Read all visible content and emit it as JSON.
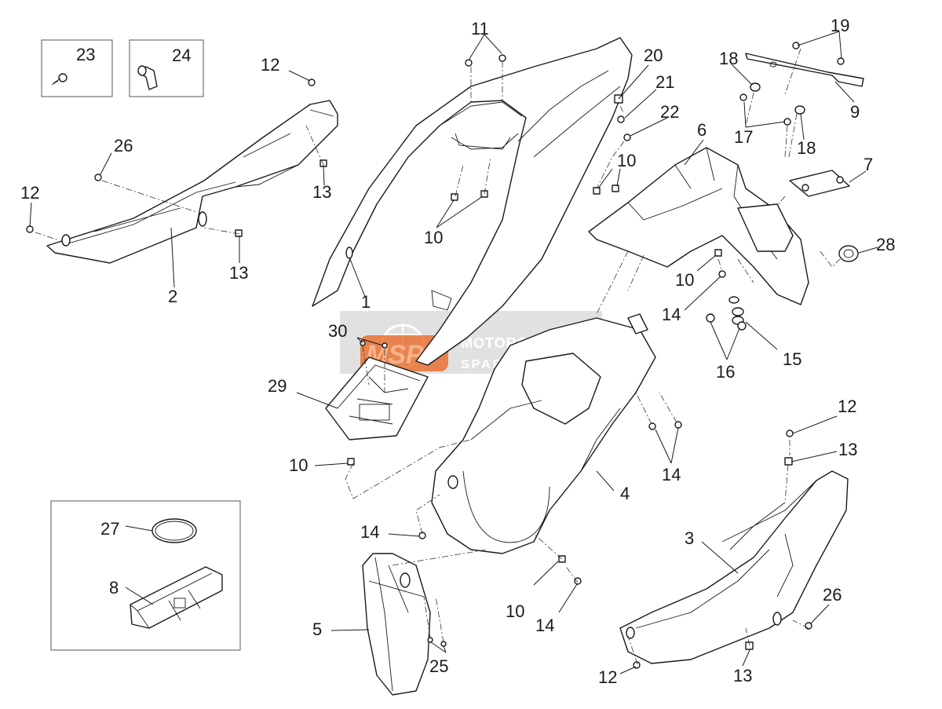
{
  "watermark": {
    "logo_text": "MSP",
    "line1": "MOTORCYCLE",
    "line2": "SPARE PARTS",
    "accent_color": "#e8621c",
    "band_color": "#9a9a9a"
  },
  "part_labels": [
    {
      "id": "1",
      "text": "1"
    },
    {
      "id": "2",
      "text": "2"
    },
    {
      "id": "3",
      "text": "3"
    },
    {
      "id": "4",
      "text": "4"
    },
    {
      "id": "5",
      "text": "5"
    },
    {
      "id": "6",
      "text": "6"
    },
    {
      "id": "7",
      "text": "7"
    },
    {
      "id": "8",
      "text": "8"
    },
    {
      "id": "9",
      "text": "9"
    },
    {
      "id": "10a",
      "text": "10"
    },
    {
      "id": "10b",
      "text": "10"
    },
    {
      "id": "10c",
      "text": "10"
    },
    {
      "id": "10d",
      "text": "10"
    },
    {
      "id": "10e",
      "text": "10"
    },
    {
      "id": "11",
      "text": "11"
    },
    {
      "id": "12a",
      "text": "12"
    },
    {
      "id": "12b",
      "text": "12"
    },
    {
      "id": "12c",
      "text": "12"
    },
    {
      "id": "12d",
      "text": "12"
    },
    {
      "id": "13a",
      "text": "13"
    },
    {
      "id": "13b",
      "text": "13"
    },
    {
      "id": "13c",
      "text": "13"
    },
    {
      "id": "13d",
      "text": "13"
    },
    {
      "id": "14a",
      "text": "14"
    },
    {
      "id": "14b",
      "text": "14"
    },
    {
      "id": "14c",
      "text": "14"
    },
    {
      "id": "14d",
      "text": "14"
    },
    {
      "id": "15",
      "text": "15"
    },
    {
      "id": "16",
      "text": "16"
    },
    {
      "id": "17",
      "text": "17"
    },
    {
      "id": "18a",
      "text": "18"
    },
    {
      "id": "18b",
      "text": "18"
    },
    {
      "id": "19",
      "text": "19"
    },
    {
      "id": "20",
      "text": "20"
    },
    {
      "id": "21",
      "text": "21"
    },
    {
      "id": "22",
      "text": "22"
    },
    {
      "id": "23",
      "text": "23"
    },
    {
      "id": "24",
      "text": "24"
    },
    {
      "id": "25",
      "text": "25"
    },
    {
      "id": "26a",
      "text": "26"
    },
    {
      "id": "26b",
      "text": "26"
    },
    {
      "id": "27",
      "text": "27"
    },
    {
      "id": "28",
      "text": "28"
    },
    {
      "id": "29",
      "text": "29"
    },
    {
      "id": "30",
      "text": "30"
    }
  ]
}
